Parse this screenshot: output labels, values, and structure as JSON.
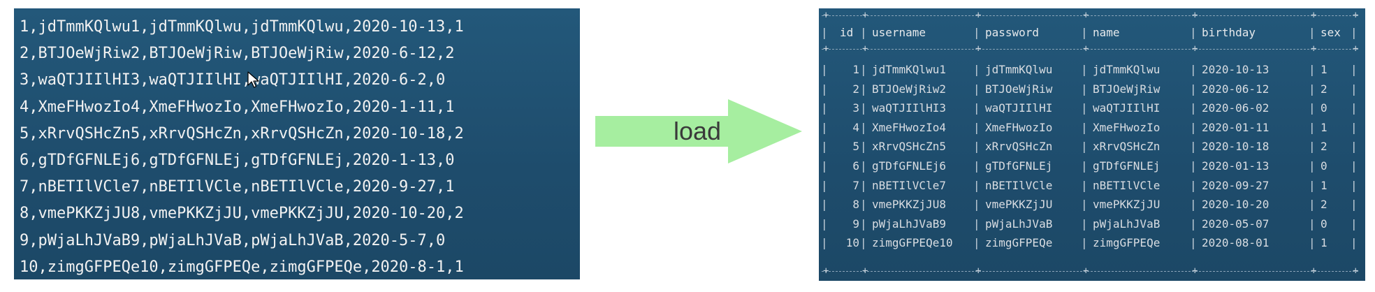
{
  "csv": {
    "lines": [
      "1,jdTmmKQlwu1,jdTmmKQlwu,jdTmmKQlwu,2020-10-13,1",
      "2,BTJOeWjRiw2,BTJOeWjRiw,BTJOeWjRiw,2020-6-12,2",
      "3,waQTJIIlHI3,waQTJIIlHI,waQTJIIlHI,2020-6-2,0",
      "4,XmeFHwozIo4,XmeFHwozIo,XmeFHwozIo,2020-1-11,1",
      "5,xRrvQSHcZn5,xRrvQSHcZn,xRrvQSHcZn,2020-10-18,2",
      "6,gTDfGFNLEj6,gTDfGFNLEj,gTDfGFNLEj,2020-1-13,0",
      "7,nBETIlVCle7,nBETIlVCle,nBETIlVCle,2020-9-27,1",
      "8,vmePKKZjJU8,vmePKKZjJU,vmePKKZjJU,2020-10-20,2",
      "9,pWjaLhJVaB9,pWjaLhJVaB,pWjaLhJVaB,2020-5-7,0",
      "10,zimgGFPEQe10,zimgGFPEQe,zimgGFPEQe,2020-8-1,1"
    ]
  },
  "arrow": {
    "label": "load",
    "color": "#a6eea0"
  },
  "table": {
    "headers": [
      "id",
      "username",
      "password",
      "name",
      "birthday",
      "sex"
    ],
    "rows": [
      [
        "1",
        "jdTmmKQlwu1",
        "jdTmmKQlwu",
        "jdTmmKQlwu",
        "2020-10-13",
        "1"
      ],
      [
        "2",
        "BTJOeWjRiw2",
        "BTJOeWjRiw",
        "BTJOeWjRiw",
        "2020-06-12",
        "2"
      ],
      [
        "3",
        "waQTJIIlHI3",
        "waQTJIIlHI",
        "waQTJIIlHI",
        "2020-06-02",
        "0"
      ],
      [
        "4",
        "XmeFHwozIo4",
        "XmeFHwozIo",
        "XmeFHwozIo",
        "2020-01-11",
        "1"
      ],
      [
        "5",
        "xRrvQSHcZn5",
        "xRrvQSHcZn",
        "xRrvQSHcZn",
        "2020-10-18",
        "2"
      ],
      [
        "6",
        "gTDfGFNLEj6",
        "gTDfGFNLEj",
        "gTDfGFNLEj",
        "2020-01-13",
        "0"
      ],
      [
        "7",
        "nBETIlVCle7",
        "nBETIlVCle",
        "nBETIlVCle",
        "2020-09-27",
        "1"
      ],
      [
        "8",
        "vmePKKZjJU8",
        "vmePKKZjJU",
        "vmePKKZjJU",
        "2020-10-20",
        "2"
      ],
      [
        "9",
        "pWjaLhJVaB9",
        "pWjaLhJVaB",
        "pWjaLhJVaB",
        "2020-05-07",
        "0"
      ],
      [
        "10",
        "zimgGFPEQe10",
        "zimgGFPEQe",
        "zimgGFPEQe",
        "2020-08-01",
        "1"
      ]
    ]
  },
  "colors": {
    "panel_bg": "#1f4f70",
    "text": "#f2f2f2"
  },
  "icons": {
    "cursor": "mouse-pointer-icon",
    "arrow": "right-arrow-icon"
  }
}
